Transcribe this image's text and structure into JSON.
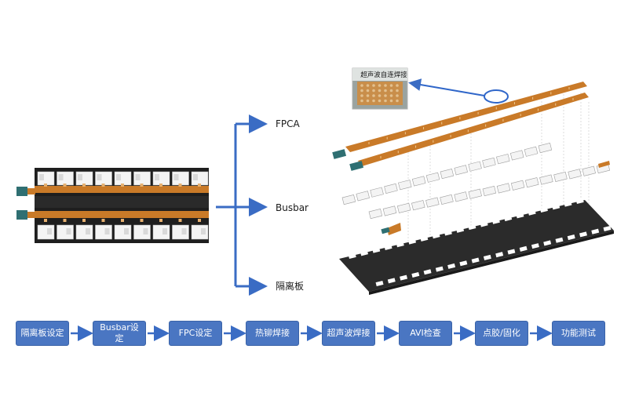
{
  "branches": {
    "fpca": "FPCA",
    "busbar": "Busbar",
    "separator": "隔离板"
  },
  "inset": {
    "caption": "超声波自连焊接"
  },
  "process_steps": [
    "隔离板设定",
    "Busbar设定",
    "FPC设定",
    "热铆焊接",
    "超声波焊接",
    "AVI检查",
    "点胶/固化",
    "功能测试"
  ],
  "colors": {
    "step_fill": "#4a76c2",
    "arrow": "#3a6cc4",
    "fpc_copper": "#c97a28",
    "separator_plate": "#2b2b2b",
    "busbar_white": "#f4f4f4",
    "connector_teal": "#2f6f72"
  }
}
